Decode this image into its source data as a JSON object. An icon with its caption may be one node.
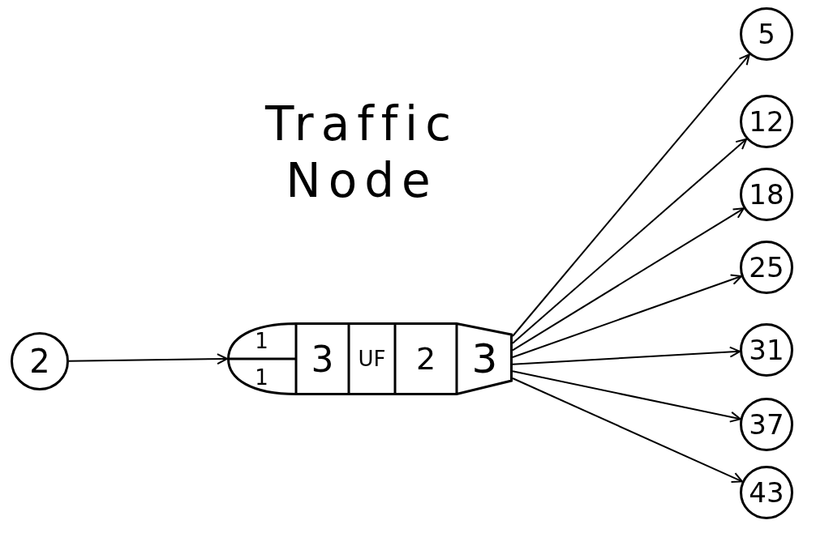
{
  "diagram": {
    "nodes": [
      {
        "text": [
          "2"
        ]
      },
      {
        "text": [
          "Traffic Node"
        ]
      },
      {
        "text": [
          "1"
        ],
        "in": 1
      },
      {
        "text": [
          "1"
        ],
        "in": 1
      },
      {
        "text": [
          "3"
        ],
        "in": 1
      },
      {
        "text": [
          "UF"
        ],
        "in": 1
      },
      {
        "text": [
          "2"
        ],
        "in": 1
      },
      {
        "text": [
          "3"
        ],
        "in": 1
      },
      {
        "text": [
          "5"
        ]
      },
      {
        "text": [
          "12"
        ]
      },
      {
        "text": [
          "18"
        ]
      },
      {
        "text": [
          "25"
        ]
      },
      {
        "text": [
          "31"
        ]
      },
      {
        "text": [
          "37"
        ]
      },
      {
        "text": [
          "43"
        ]
      }
    ],
    "edges": [
      {
        "from": 0,
        "to": 1,
        "arrow": "to"
      },
      {
        "from": 1,
        "to": 8,
        "arrow": "to"
      },
      {
        "from": 1,
        "to": 9,
        "arrow": "to"
      },
      {
        "from": 1,
        "to": 10,
        "arrow": "to"
      },
      {
        "from": 1,
        "to": 11,
        "arrow": "to"
      },
      {
        "from": 1,
        "to": 12,
        "arrow": "to"
      },
      {
        "from": 1,
        "to": 13,
        "arrow": "to"
      },
      {
        "from": 1,
        "to": 14,
        "arrow": "to"
      }
    ]
  }
}
